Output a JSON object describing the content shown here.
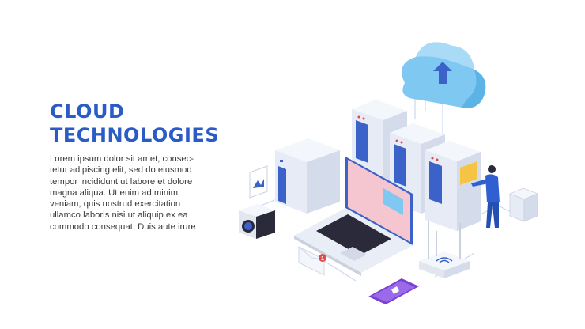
{
  "hero": {
    "title_lines": [
      "CLOUD",
      "TECHNOLOGIES"
    ],
    "body_lines": [
      "Lorem ipsum dolor sit amet, consec-",
      "tetur adipiscing elit, sed do eiusmod",
      "tempor incididunt ut labore et dolore",
      "magna aliqua. Ut enim ad minim",
      "veniam, quis nostrud exercitation",
      "ullamco laboris nisi ut aliquip ex ea",
      "commodo consequat. Duis aute irure"
    ]
  },
  "illustration": {
    "icons": [
      "cloud-icon",
      "upload-arrow-icon",
      "server-rack-icon",
      "tower-pc-icon",
      "laptop-icon",
      "camera-icon",
      "photo-frame-icon",
      "envelope-icon",
      "notification-badge-icon",
      "smartphone-icon",
      "wifi-router-icon",
      "document-stack-icon",
      "person-icon"
    ],
    "notification_count": "1",
    "colors": {
      "accent": "#2b5cc6",
      "cloud": "#7ec8f2",
      "server_panel": "#3a62c8",
      "laptop_screen": "#f5c6d0",
      "phone": "#7b3fd4",
      "person": "#2f5fd0"
    }
  }
}
